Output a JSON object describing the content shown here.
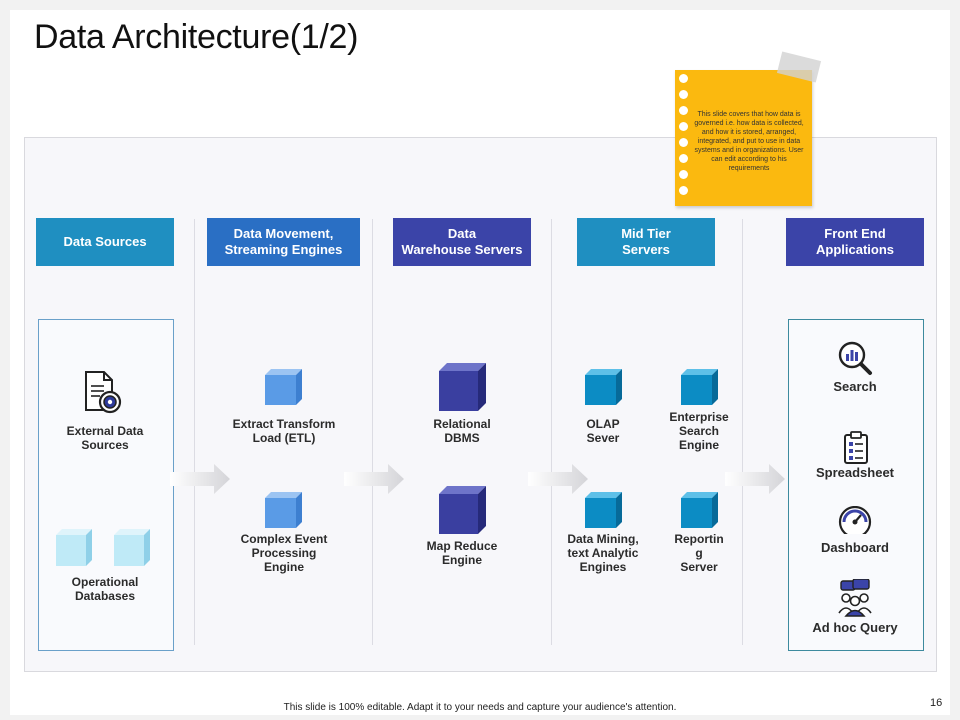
{
  "title": "Data Architecture(1/2)",
  "note": "This slide covers that how data is governed i.e. how data is collected, and how it is stored, arranged, integrated, and put to use in data systems and in organizations. User can edit according to his requirements",
  "columns": [
    {
      "label": "Data Sources",
      "color": "#1f8fc1"
    },
    {
      "label": "Data Movement,\nStreaming Engines",
      "color": "#2a6fc4"
    },
    {
      "label": "Data\nWarehouse Servers",
      "color": "#3b44a8"
    },
    {
      "label": "Mid Tier\nServers",
      "color": "#1f8fc1"
    },
    {
      "label": "Front End\nApplications",
      "color": "#3b44a8"
    }
  ],
  "sources": {
    "external": "External Data\nSources",
    "operational": "Operational\nDatabases"
  },
  "movement": {
    "etl": "Extract Transform\nLoad (ETL)",
    "cep": "Complex Event\nProcessing\nEngine"
  },
  "warehouse": {
    "rdbms": "Relational\nDBMS",
    "mapreduce": "Map Reduce\nEngine"
  },
  "midtier": {
    "olap": "OLAP\nSever",
    "enterprise": "Enterprise\nSearch\nEngine",
    "mining": "Data Mining,\ntext Analytic\nEngines",
    "reporting": "Reportin\ng\nServer"
  },
  "frontend": {
    "search": "Search",
    "spreadsheet": "Spreadsheet",
    "dashboard": "Dashboard",
    "adhoc": "Ad hoc Query"
  },
  "colors": {
    "cube_light": "#bfeaf7",
    "cube_etl": "#5a9be6",
    "cube_dark": "#3a3fa0",
    "cube_teal": "#0c8cc4",
    "note": "#fbb90f"
  },
  "footer": "This slide is 100% editable. Adapt it to your needs and capture your audience's attention.",
  "page_number": "16"
}
